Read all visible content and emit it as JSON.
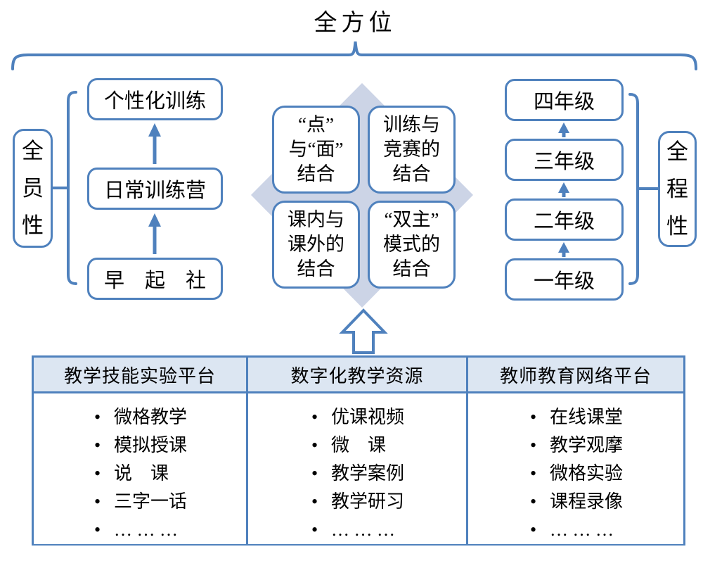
{
  "title": "全方位",
  "colors": {
    "accent": "#4f81bd",
    "diamond_fill": "#ccd4e6",
    "header_bg": "#dce6f2"
  },
  "left_group": {
    "side_label": "全员性",
    "top_box": "个性化训练",
    "middle_box": "日常训练营",
    "bottom_box": "早　起　社"
  },
  "center_group": {
    "top_left": "“点”\n与“面”\n结合",
    "top_right": "训练与\n竞赛的\n结合",
    "bottom_left": "课内与\n课外的\n结合",
    "bottom_right": "“双主”\n模式的\n结合"
  },
  "right_group": {
    "side_label": "全程性",
    "boxes": [
      "四年级",
      "三年级",
      "二年级",
      "一年级"
    ]
  },
  "table": {
    "columns": [
      {
        "header": "教学技能实验平台",
        "items": [
          "微格教学",
          "模拟授课",
          "说　课",
          "三字一话",
          "… … …"
        ]
      },
      {
        "header": "数字化教学资源",
        "items": [
          "优课视频",
          "微　课",
          "教学案例",
          "教学研习",
          "… … …"
        ]
      },
      {
        "header": "教师教育网络平台",
        "items": [
          "在线课堂",
          "教学观摩",
          "微格实验",
          "课程录像",
          "… … …"
        ]
      }
    ]
  }
}
